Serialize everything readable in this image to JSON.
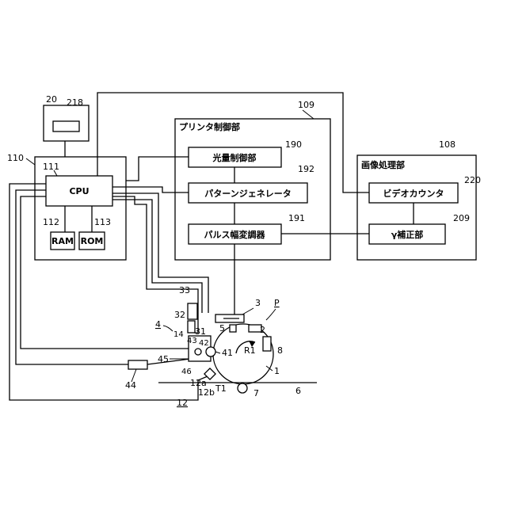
{
  "refs": {
    "display_group": "20",
    "display": "218",
    "controller": "110",
    "cpu_ref": "111",
    "ram_ref": "112",
    "rom_ref": "113",
    "printer_ctrl": "109",
    "light_ctrl": "190",
    "pattern_gen": "192",
    "pwm": "191",
    "image_proc": "108",
    "video_counter": "220",
    "gamma": "209",
    "exposure": "3",
    "process_p": "P",
    "charger": "2",
    "dev_unit": "4",
    "hopper": "33",
    "r32": "32",
    "r31": "31",
    "r5": "5",
    "r14": "14",
    "r43": "43",
    "r42": "42",
    "r41": "41",
    "r8": "8",
    "r45": "45",
    "r46": "46",
    "r44": "44",
    "r1": "1",
    "r12a": "12a",
    "r12b": "12b",
    "t1": "T1",
    "r7": "7",
    "r6": "6",
    "cleaner": "12",
    "drum_rot": "R1"
  },
  "boxes": {
    "cpu": "CPU",
    "ram": "RAM",
    "rom": "ROM",
    "printer_ctrl_title": "プリンタ制御部",
    "light_ctrl": "光量制御部",
    "pattern_gen": "パターンジェネレータ",
    "pwm": "パルス幅変調器",
    "image_proc_title": "画像処理部",
    "video_counter": "ビデオカウンタ",
    "gamma": "γ補正部"
  }
}
